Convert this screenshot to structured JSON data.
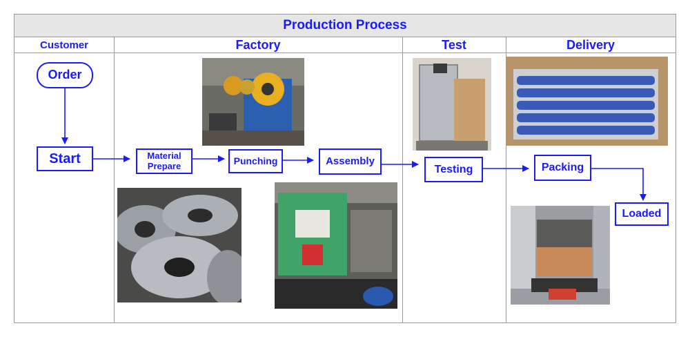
{
  "title": "Production Process",
  "columns": {
    "customer": "Customer",
    "factory": "Factory",
    "test": "Test",
    "delivery": "Delivery"
  },
  "nodes": {
    "order": "Order",
    "start": "Start",
    "material_line1": "Material",
    "material_line2": "Prepare",
    "punching": "Punching",
    "assembly": "Assembly",
    "testing": "Testing",
    "packing": "Packing",
    "loaded": "Loaded"
  },
  "colors": {
    "accent": "#1a1aff",
    "header_bg": "#e6e6e6",
    "border": "#9a9a9a"
  }
}
